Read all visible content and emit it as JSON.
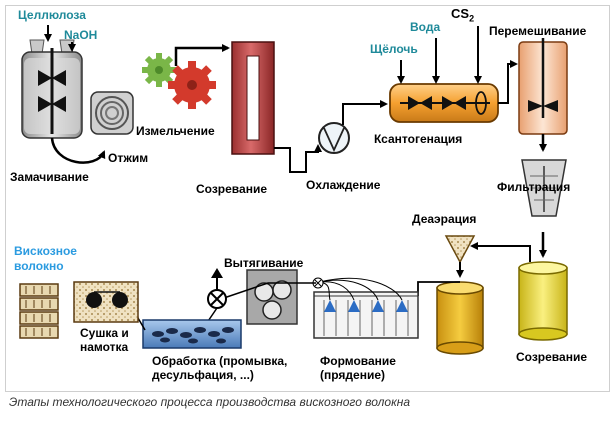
{
  "inputs": {
    "cellulose": "Целлюлоза",
    "naoh": "NaOH",
    "alkali": "Щёлочь",
    "water": "Вода",
    "cs2_main": "CS",
    "cs2_sub": "2"
  },
  "stages": {
    "soaking": "Замачивание",
    "pressing": "Отжим",
    "grinding": "Измельчение",
    "ripening1": "Созревание",
    "cooling": "Охлаждение",
    "xanthation": "Ксантогенация",
    "mixing": "Перемешивание",
    "filtration": "Фильтрация",
    "deaeration": "Деаэрация",
    "ripening2": "Созревание",
    "spinning_line1": "Формование",
    "spinning_line2": "(прядение)",
    "drawing": "Вытягивание",
    "treatment_line1": "Обработка (промывка,",
    "treatment_line2": "десульфация, ...)",
    "drying_line1": "Сушка и",
    "drying_line2": "намотка"
  },
  "output": {
    "line1": "Вискозное",
    "line2": "волокно"
  },
  "caption": "Этапы технологического процесса производства вискозного волокна",
  "colors": {
    "teal_label": "#1f8a9a",
    "blue_label": "#2b9be0",
    "aging_tank": "#c24a4a",
    "xanthation_vessel": "#f5a030",
    "yellow_tank": "#f0e030",
    "treatment_bath": "#7aa8d8",
    "gear_green": "#7ab648",
    "gear_red": "#d33a2c"
  }
}
